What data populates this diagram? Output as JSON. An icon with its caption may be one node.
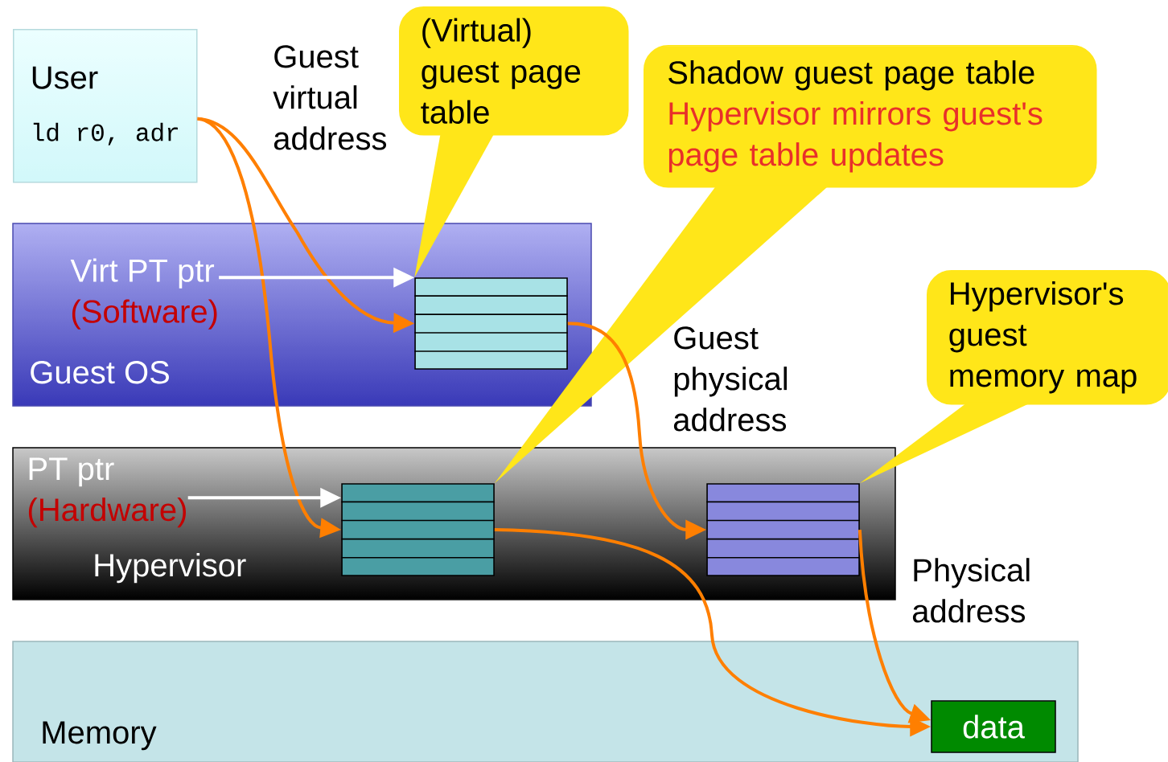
{
  "diagram": {
    "nodes": [
      {
        "text": [
          "User",
          "ld r0, adr"
        ]
      },
      {
        "text": [
          "Guest OS"
        ]
      },
      {
        "text": [
          "Virt PT ptr",
          "(Software)"
        ],
        "in": 1
      },
      {
        "text": [],
        "shape": "table",
        "in": 1
      },
      {
        "text": [
          "Hypervisor"
        ]
      },
      {
        "text": [
          "PT ptr",
          "(Hardware)"
        ],
        "in": 4
      },
      {
        "text": [],
        "shape": "table",
        "in": 4
      },
      {
        "text": [],
        "shape": "table",
        "in": 4
      },
      {
        "text": [
          "Memory"
        ]
      },
      {
        "text": [
          "data"
        ],
        "in": 8
      },
      {
        "text": [
          "(Virtual) guest page table"
        ]
      },
      {
        "text": [
          "Shadow guest page table",
          "Hypervisor mirrors guest's page table updates"
        ]
      },
      {
        "text": [
          "Hypervisor's guest memory map"
        ]
      }
    ],
    "edges": [
      {
        "from": 0,
        "to": 3,
        "arrow": "to",
        "label": "Guest virtual address"
      },
      {
        "from": 0,
        "to": 6,
        "arrow": "to"
      },
      {
        "from": 3,
        "to": 7,
        "arrow": "to",
        "label": "Guest physical address"
      },
      {
        "from": 6,
        "to": 9,
        "arrow": "to"
      },
      {
        "from": 7,
        "to": 9,
        "arrow": "to",
        "label": "Physical address"
      },
      {
        "from": 2,
        "to": 3,
        "arrow": "to",
        "color": "#ffffff"
      },
      {
        "from": 5,
        "to": 6,
        "arrow": "to",
        "color": "#ffffff"
      },
      {
        "from": 10,
        "to": 3,
        "arrow": "none",
        "color": "#ffe619"
      },
      {
        "from": 11,
        "to": 6,
        "arrow": "none",
        "color": "#ffe619"
      },
      {
        "from": 12,
        "to": 7,
        "arrow": "none",
        "color": "#ffe619"
      }
    ]
  }
}
